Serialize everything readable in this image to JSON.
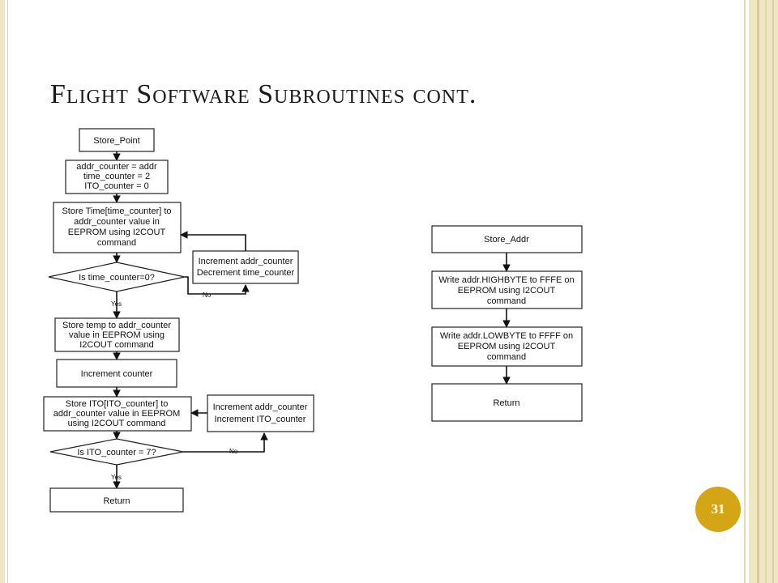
{
  "slide": {
    "title": "Flight Software Subroutines cont.",
    "page_number": "31"
  },
  "left_flow": {
    "store_point": "Store_Point",
    "init": [
      "addr_counter = addr",
      "time_counter = 2",
      "ITO_counter = 0"
    ],
    "store_time": [
      "Store Time[time_counter] to",
      "addr_counter value in",
      "EEPROM using I2COUT",
      "command"
    ],
    "decision1": "Is time_counter=0?",
    "loop1": [
      "Increment addr_counter",
      "Decrement time_counter"
    ],
    "no1": "No",
    "yes1": "Yes",
    "store_temp": [
      "Store temp to addr_counter",
      "value in EEPROM using",
      "I2COUT command"
    ],
    "increment_counter": "Increment counter",
    "store_ito": [
      "Store ITO[ITO_counter] to",
      "addr_counter value in EEPROM",
      "using I2COUT command"
    ],
    "loop2": [
      "Increment addr_counter",
      "Increment ITO_counter"
    ],
    "decision2": "Is ITO_counter = 7?",
    "no2": "No",
    "yes2": "Yes",
    "return": "Return"
  },
  "right_flow": {
    "store_addr": "Store_Addr",
    "write_high": [
      "Write addr.HIGHBYTE to FFFE on",
      "EEPROM using I2COUT",
      "command"
    ],
    "write_low": [
      "Write addr.LOWBYTE to FFFF on",
      "EEPROM using I2COUT",
      "command"
    ],
    "return": "Return"
  }
}
